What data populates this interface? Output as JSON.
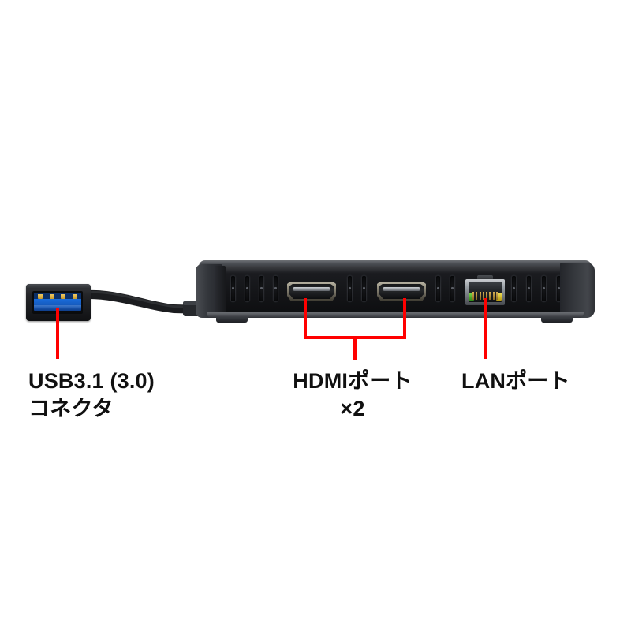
{
  "image": {
    "subject": "usb-docking-station-rear-ports",
    "background_color": "#ffffff",
    "callout_color": "#ff0000",
    "label_color": "#101010"
  },
  "device": {
    "name": "docking-station",
    "body_color": "#141518",
    "bezel_color": "#5d6166"
  },
  "callouts": [
    {
      "id": "usb",
      "line1": "USB3.1 (3.0)",
      "line2": "コネクタ",
      "text": "USB3.1 (3.0)\nコネクタ"
    },
    {
      "id": "hdmi",
      "line1": "HDMIポート",
      "line2": "×2",
      "text": "HDMIポート\n×2"
    },
    {
      "id": "lan",
      "line1": "LANポート",
      "line2": "",
      "text": "LANポート"
    }
  ],
  "ports": {
    "usb_connector": "usb-a-3.1-male-connector",
    "hdmi_count": 2,
    "lan_count": 1,
    "lan_led_green": "#3f9e1f",
    "lan_led_yellow": "#d9bf1c",
    "usb_insert_color": "#1a6fe0"
  }
}
